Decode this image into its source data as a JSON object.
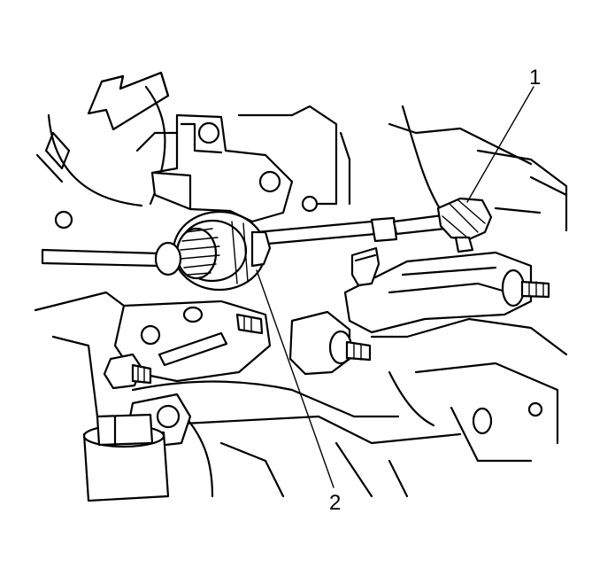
{
  "figure": {
    "callouts": [
      {
        "id": "1",
        "label": "1"
      },
      {
        "id": "2",
        "label": "2"
      }
    ]
  },
  "colors": {
    "line": "#000000",
    "background": "#ffffff"
  },
  "icons": [
    "direction-arrow-icon"
  ]
}
